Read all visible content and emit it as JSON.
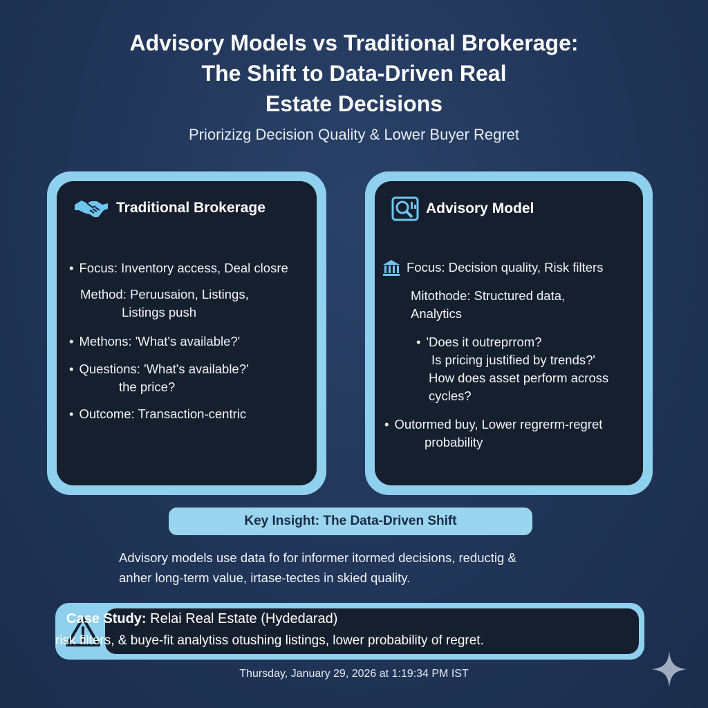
{
  "title": {
    "line1": "Advisory Models vs Traditional Brokerage:",
    "line2": "The Shift to Data-Driven Real",
    "line3": "Estate Decisions"
  },
  "subtitle": "Priorizizg Decision Quality & Lower Buyer Regret",
  "traditional": {
    "heading": "Traditional Brokerage",
    "icon": "handshake-icon",
    "items": [
      {
        "bullet": "•",
        "lines": [
          "Focus: Inventory access, Deal closre"
        ]
      },
      {
        "bullet": "",
        "lines": [
          "Method: Peruusaion, Listings,",
          "Listings push"
        ]
      },
      {
        "bullet": "•",
        "lines": [
          "Methons: 'What's available?'"
        ]
      },
      {
        "bullet": "•",
        "lines": [
          "Questions: 'What's available?'",
          "the price?"
        ]
      },
      {
        "bullet": "•",
        "lines": [
          "Outcome: Transaction-centric"
        ]
      }
    ]
  },
  "advisory": {
    "heading": "Advisory Model",
    "icon": "magnifier-chart-icon",
    "items": [
      {
        "icon": "bank-icon",
        "lines": [
          "Focus: Decision quality, Risk filters"
        ]
      },
      {
        "bullet": "",
        "lines": [
          "Mitothode: Structured data,",
          "Analytics"
        ]
      },
      {
        "bullet": "•",
        "lines": [
          "'Does it outreprrom?",
          "Is pricing justified by trends?'",
          "How does asset perform across",
          "cycles?"
        ]
      },
      {
        "bullet": "•",
        "lines": [
          "Outormed buy, Lower regrerm-regret",
          "probability"
        ]
      }
    ]
  },
  "insight": {
    "label": "Key Insight: The Data-Driven Shift",
    "text": [
      "Advisory models use data fo for informer itormed decisions, reductig &",
      "anher long-term value, irtase-tectes in skied quality."
    ]
  },
  "case_study": {
    "label": "Case Study:",
    "name": "Relai Real Estate (Hydedarad)",
    "text": "risk filters, & buye-fit analytiss otushing listings, lower probability of regret.",
    "icon": "warning-icon"
  },
  "timestamp": "Thursday, January 29, 2026 at 1:19:34 PM IST",
  "colors": {
    "background": "#22375a",
    "panel_border": "#8fd0ee",
    "panel_fill": "#161f2e",
    "pill": "#9ad5ef",
    "accent_icon": "#6ec6f0"
  }
}
